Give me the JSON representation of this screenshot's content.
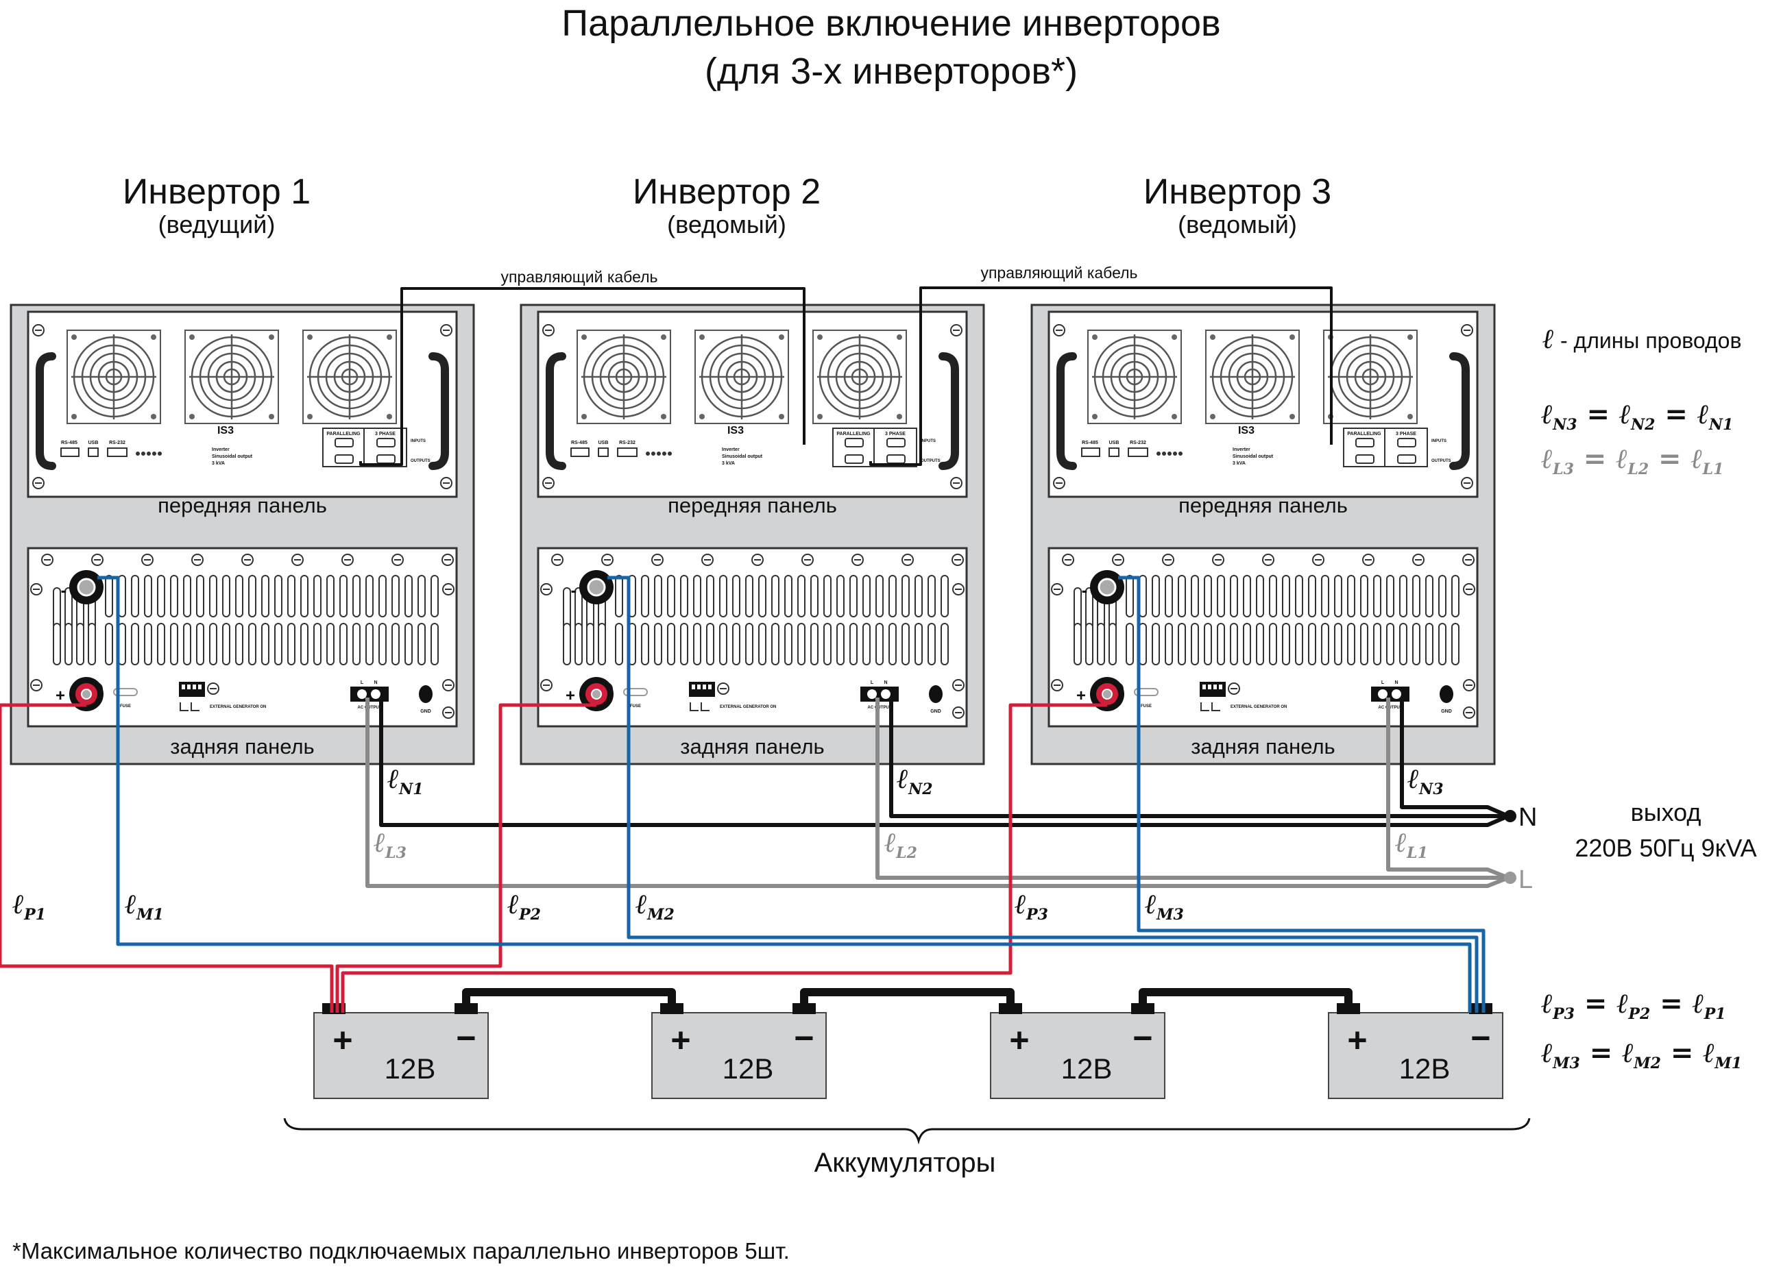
{
  "title": {
    "line1": "Параллельное включение инверторов",
    "line2": "(для 3-х инверторов*)"
  },
  "footnote": "*Максимальное количество подключаемых параллельно  инверторов 5шт.",
  "control_cable_label": "управляющий кабель",
  "inverters": [
    {
      "name": "Инвертор 1",
      "role": "(ведущий)"
    },
    {
      "name": "Инвертор 2",
      "role": "(ведомый)"
    },
    {
      "name": "Инвертор 3",
      "role": "(ведомый)"
    }
  ],
  "panel_labels": {
    "front": "передняя панель",
    "rear": "задняя панель"
  },
  "device": {
    "model": "IS3",
    "desc_line1": "Inverter",
    "desc_line2": "Sinusoidal output",
    "desc_line3": "3 kVA",
    "rs485": "RS-485",
    "usb": "USB",
    "rs232": "RS-232",
    "paralleling": "PARALLELING",
    "three_phase": "3 PHASE",
    "inputs": "INPUTS",
    "outputs": "OUTPUTS",
    "fuse": "FUSE",
    "ext_gen": "EXTERNAL GENERATOR ON",
    "ac_output": "AC OUTPUT",
    "gnd": "GND",
    "term_l": "L",
    "term_n": "N",
    "minus": "-",
    "plus": "+"
  },
  "wire_labels": {
    "n": [
      "N1",
      "N2",
      "N3"
    ],
    "l": [
      "L3",
      "L2",
      "L1"
    ],
    "p": [
      "P1",
      "P2",
      "P3"
    ],
    "m": [
      "M1",
      "M2",
      "M3"
    ]
  },
  "legend": {
    "symbol": "ℓ",
    "desc": " - длины проводов",
    "eq_n": [
      "N3",
      "N2",
      "N1"
    ],
    "eq_l": [
      "L3",
      "L2",
      "L1"
    ],
    "eq_p": [
      "P3",
      "P2",
      "P1"
    ],
    "eq_m": [
      "M3",
      "M2",
      "M1"
    ],
    "equals": "="
  },
  "output": {
    "n_label": "N",
    "l_label": "L",
    "text1": "выход",
    "text2": "220В 50Гц 9кVA"
  },
  "batteries": {
    "label": "12В",
    "plus": "+",
    "minus": "−",
    "count": 4,
    "group_label": "Аккумуляторы"
  },
  "colors": {
    "red": "#d11e3a",
    "blue": "#1565a8",
    "black": "#111111",
    "gray": "#8a8a8a",
    "case": "#d2d3d5",
    "battery": "#d2d3d5"
  }
}
